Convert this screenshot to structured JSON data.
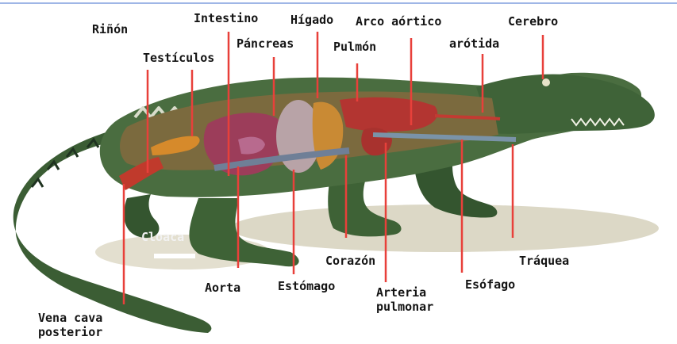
{
  "diagram": {
    "labels": {
      "rinon": "Riñón",
      "intestino": "Intestino",
      "higado": "Hígado",
      "arco_aortico": "Arco aórtico",
      "cerebro": "Cerebro",
      "testiculos": "Testículos",
      "pancreas": "Páncreas",
      "pulmon": "Pulmón",
      "carotida": "arótida",
      "cloaca": "Cloaca",
      "corazon": "Corazón",
      "traquea": "Tráquea",
      "aorta": "Aorta",
      "estomago": "Estómago",
      "arteria_pulmonar_1": "Arteria",
      "arteria_pulmonar_2": "pulmonar",
      "esofago": "Esófago",
      "vena_cava_1": "Vena cava",
      "vena_cava_2": "posterior"
    },
    "colors": {
      "leader_line": "#e8403a",
      "skin_dark": "#2c4a2a",
      "skin_mid": "#4f7443",
      "body_cavity": "#7d6a3c",
      "organ_red": "#b3322c",
      "organ_orange": "#d58a2c",
      "shadow": "#d9d5c4"
    }
  }
}
